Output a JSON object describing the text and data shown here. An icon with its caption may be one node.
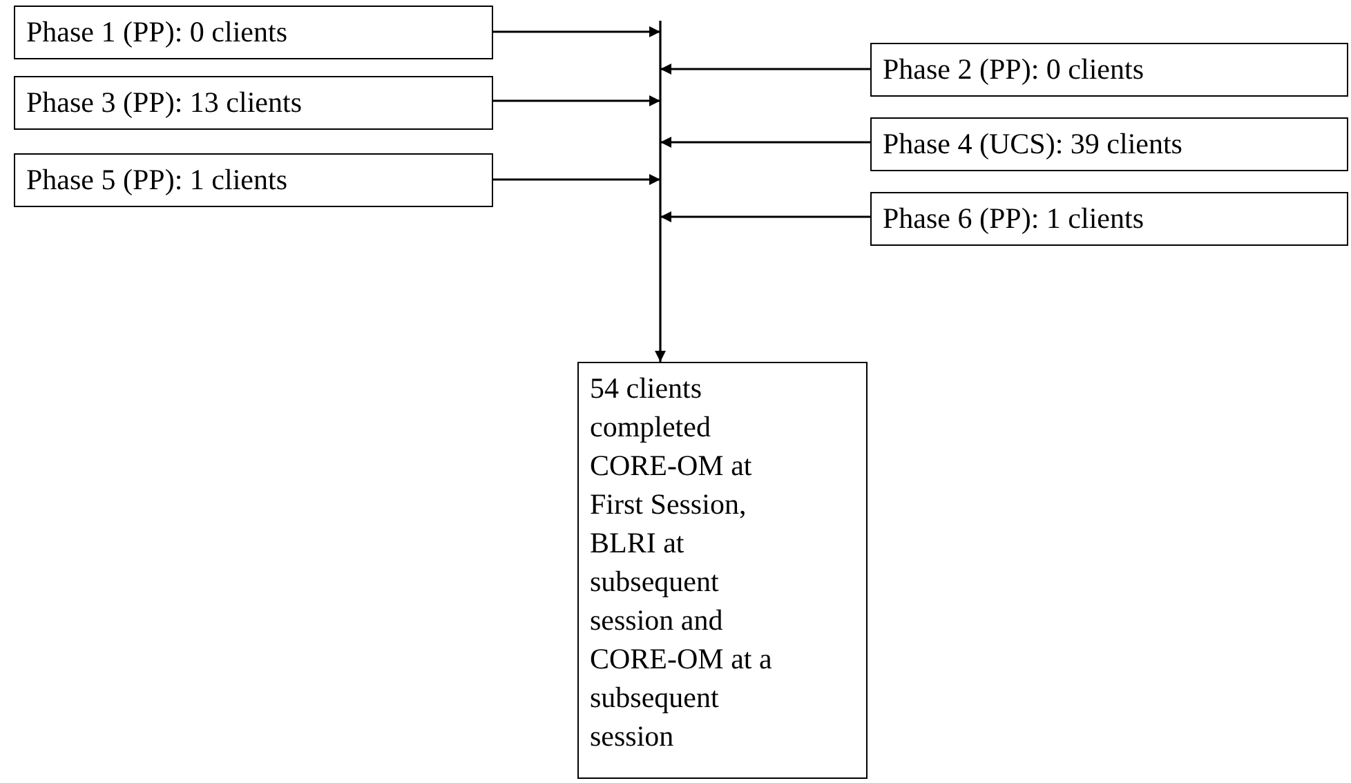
{
  "diagram": {
    "nodes": [
      {
        "text": [
          "Phase 1 (PP): 0 clients"
        ]
      },
      {
        "text": [
          "Phase 2 (PP): 0 clients"
        ]
      },
      {
        "text": [
          "Phase 3 (PP): 13 clients"
        ]
      },
      {
        "text": [
          "Phase 4 (UCS): 39 clients"
        ]
      },
      {
        "text": [
          "Phase 5 (PP): 1 clients"
        ]
      },
      {
        "text": [
          "Phase 6 (PP): 1 clients"
        ]
      },
      {
        "text": [
          "54 clients completed CORE-OM at First Session, BLRI at subsequent session and CORE-OM at a subsequent session"
        ]
      }
    ],
    "edges": [
      {
        "from": 0,
        "to": 6,
        "arrow": "to"
      },
      {
        "from": 1,
        "to": 6,
        "arrow": "to"
      },
      {
        "from": 2,
        "to": 6,
        "arrow": "to"
      },
      {
        "from": 3,
        "to": 6,
        "arrow": "to"
      },
      {
        "from": 4,
        "to": 6,
        "arrow": "to"
      },
      {
        "from": 5,
        "to": 6,
        "arrow": "to"
      }
    ]
  }
}
